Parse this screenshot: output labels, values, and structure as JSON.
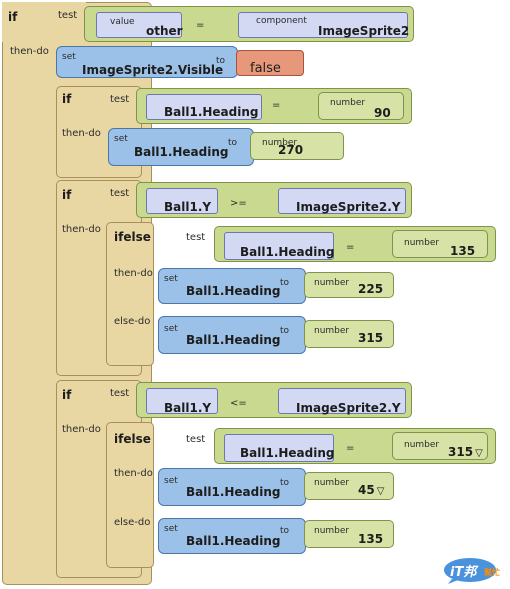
{
  "labels": {
    "if": "if",
    "ifelse": "ifelse",
    "test": "test",
    "then_do": "then-do",
    "else_do": "else-do",
    "set": "set",
    "to": "to",
    "value": "value",
    "component": "component",
    "number": "number",
    "eq": "=",
    "ge": ">=",
    "le": "<="
  },
  "top_if": {
    "test_value": "other",
    "test_component": "ImageSprite2"
  },
  "set_visible": {
    "property": "ImageSprite2.Visible",
    "value": "false"
  },
  "if1": {
    "getter": "Ball1.Heading",
    "number": "90",
    "set_property": "Ball1.Heading",
    "set_number": "270"
  },
  "if2": {
    "left": "Ball1.Y",
    "right": "ImageSprite2.Y",
    "ifelse_getter": "Ball1.Heading",
    "ifelse_number": "135",
    "then_property": "Ball1.Heading",
    "then_number": "225",
    "else_property": "Ball1.Heading",
    "else_number": "315"
  },
  "if3": {
    "left": "Ball1.Y",
    "right": "ImageSprite2.Y",
    "ifelse_getter": "Ball1.Heading",
    "ifelse_number": "315",
    "then_property": "Ball1.Heading",
    "then_number": "45",
    "else_property": "Ball1.Heading",
    "else_number": "135"
  },
  "watermark": {
    "logo_text": "iT邦",
    "sub_text": "幫忙"
  },
  "colors": {
    "control": "#e8d7a3",
    "logic": "#c9d98f",
    "setter": "#9cc1e8",
    "getter": "#d4d9f3",
    "boolean": "#e8987a"
  }
}
